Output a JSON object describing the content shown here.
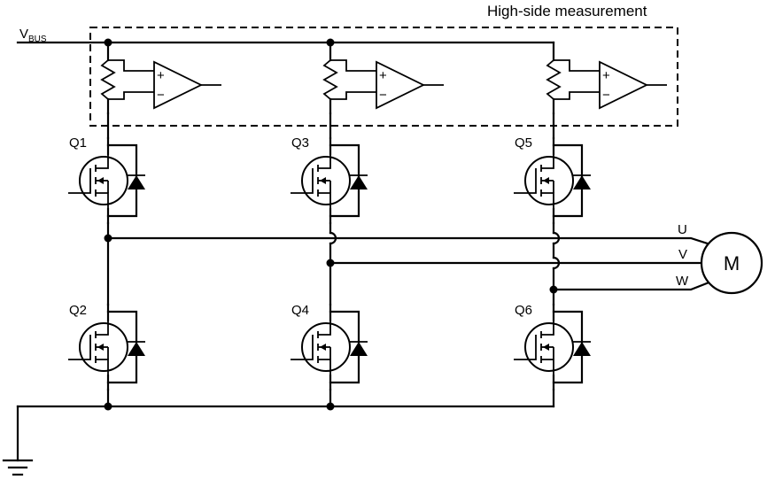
{
  "diagram": {
    "title": "High-side measurement",
    "supply": {
      "main": "V",
      "sub": "BUS"
    },
    "transistors": [
      "Q1",
      "Q3",
      "Q5",
      "Q2",
      "Q4",
      "Q6"
    ],
    "phases": [
      "U",
      "V",
      "W"
    ],
    "motor": "M",
    "opamp": {
      "plus": "+",
      "minus": "−"
    }
  }
}
